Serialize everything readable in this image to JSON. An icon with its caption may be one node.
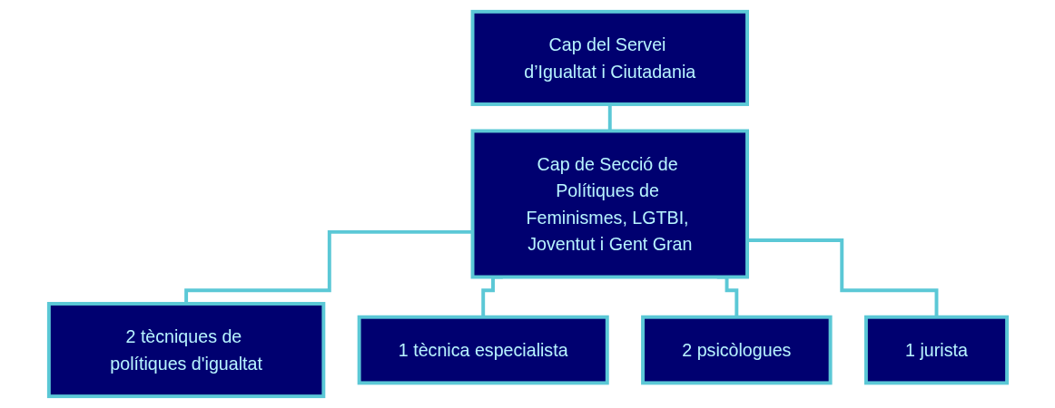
{
  "diagram": {
    "nodes": [
      {
        "text": [
          "Cap del Servei d’Igualtat i Ciutadania"
        ]
      },
      {
        "text": [
          "Cap de Secció de Polítiques de Feminismes, LGTBI, Joventut i Gent Gran"
        ]
      },
      {
        "text": [
          "2 tècniques de polítiques d'igualtat"
        ]
      },
      {
        "text": [
          "1 tècnica especialista"
        ]
      },
      {
        "text": [
          "2 psicòlogues"
        ]
      },
      {
        "text": [
          "1 jurista"
        ]
      }
    ],
    "edges": [
      {
        "from": 0,
        "to": 1,
        "arrow": "none"
      },
      {
        "from": 1,
        "to": 2,
        "arrow": "none"
      },
      {
        "from": 1,
        "to": 3,
        "arrow": "none"
      },
      {
        "from": 1,
        "to": 4,
        "arrow": "none"
      },
      {
        "from": 1,
        "to": 5,
        "arrow": "none"
      }
    ]
  }
}
